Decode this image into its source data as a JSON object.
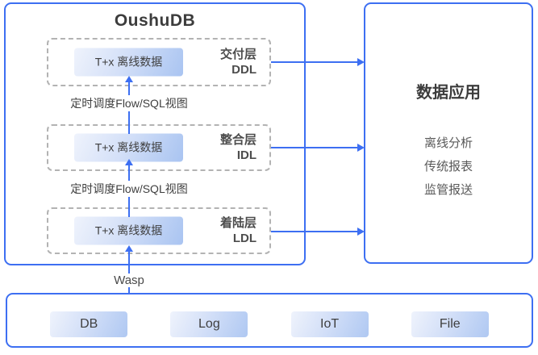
{
  "oushudb_panel": {
    "title": "OushuDB",
    "layers": [
      {
        "box_label": "T+x 离线数据",
        "layer_name": "交付层",
        "layer_code": "DDL"
      },
      {
        "box_label": "T+x 离线数据",
        "layer_name": "整合层",
        "layer_code": "IDL"
      },
      {
        "box_label": "T+x 离线数据",
        "layer_name": "着陆层",
        "layer_code": "LDL"
      }
    ],
    "schedule_labels": [
      "定时调度Flow/SQL视图",
      "定时调度Flow/SQL视图"
    ]
  },
  "ingest_label": "Wasp",
  "apps_panel": {
    "title": "数据应用",
    "items": [
      "离线分析",
      "传统报表",
      "监管报送"
    ]
  },
  "sources_panel": {
    "items": [
      "DB",
      "Log",
      "IoT",
      "File"
    ]
  },
  "colors": {
    "accent_blue": "#3D6FF2",
    "dashed_border_gray": "#B3B3B3",
    "chip_gradient_start": "#EFF3FC",
    "chip_gradient_end": "#A9C4F1",
    "title_text": "#3C3C3C",
    "body_text": "#3F3F3F",
    "muted_text": "#595959"
  }
}
